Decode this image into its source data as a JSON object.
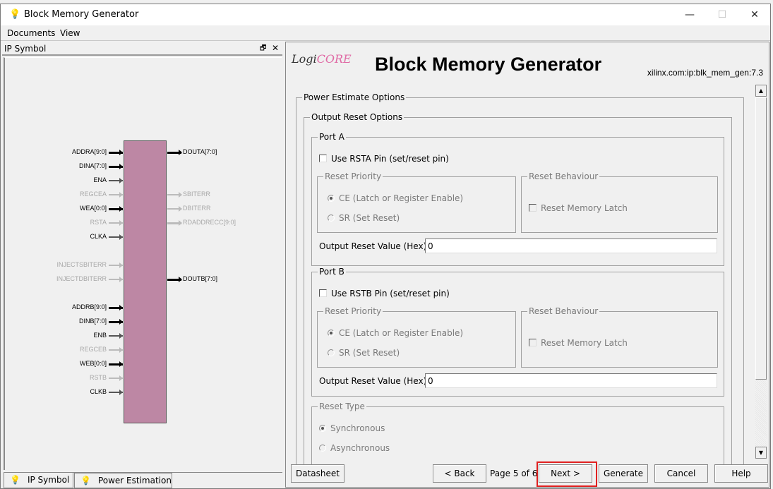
{
  "window": {
    "title": "Block Memory Generator",
    "app_icon": "lightbulb-icon",
    "controls": {
      "minimize": "—",
      "maximize": "☐",
      "close": "✕"
    }
  },
  "menu": [
    "Documents",
    "View"
  ],
  "left_panel": {
    "title": "IP Symbol",
    "float_icon": "🗗",
    "close_icon": "✕",
    "symbol": {
      "color": "#bd87a4",
      "inputs_a": [
        {
          "name": "ADDRA[9:0]",
          "enabled": true,
          "bus": true
        },
        {
          "name": "DINA[7:0]",
          "enabled": true,
          "bus": true
        },
        {
          "name": "ENA",
          "enabled": true,
          "bus": false
        },
        {
          "name": "REGCEA",
          "enabled": false,
          "bus": false
        },
        {
          "name": "WEA[0:0]",
          "enabled": true,
          "bus": true
        },
        {
          "name": "RSTA",
          "enabled": false,
          "bus": false
        },
        {
          "name": "CLKA",
          "enabled": true,
          "bus": false
        }
      ],
      "inputs_err": [
        {
          "name": "INJECTSBITERR",
          "enabled": false,
          "bus": false
        },
        {
          "name": "INJECTDBITERR",
          "enabled": false,
          "bus": false
        }
      ],
      "inputs_b": [
        {
          "name": "ADDRB[9:0]",
          "enabled": true,
          "bus": true
        },
        {
          "name": "DINB[7:0]",
          "enabled": true,
          "bus": true
        },
        {
          "name": "ENB",
          "enabled": true,
          "bus": false
        },
        {
          "name": "REGCEB",
          "enabled": false,
          "bus": false
        },
        {
          "name": "WEB[0:0]",
          "enabled": true,
          "bus": true
        },
        {
          "name": "RSTB",
          "enabled": false,
          "bus": false
        },
        {
          "name": "CLKB",
          "enabled": true,
          "bus": false
        }
      ],
      "outputs": [
        {
          "name": "DOUTA[7:0]",
          "enabled": true,
          "bus": true,
          "row": 0
        },
        {
          "name": "SBITERR",
          "enabled": false,
          "bus": false,
          "row": 3
        },
        {
          "name": "DBITERR",
          "enabled": false,
          "bus": false,
          "row": 4
        },
        {
          "name": "RDADDRECC[9:0]",
          "enabled": false,
          "bus": true,
          "row": 5
        },
        {
          "name": "DOUTB[7:0]",
          "enabled": true,
          "bus": true,
          "row": 9
        }
      ]
    },
    "tabs": [
      {
        "label": "IP Symbol",
        "active": true
      },
      {
        "label": "Power Estimation",
        "active": false
      }
    ]
  },
  "right_panel": {
    "logo_text": "LogiCORE",
    "title": "Block Memory Generator",
    "vlnv": "xilinx.com:ip:blk_mem_gen:7.3",
    "sections": {
      "power_estimate": "Power Estimate Options",
      "output_reset": "Output Reset Options",
      "port_a": {
        "title": "Port A",
        "use_pin": "Use RSTA Pin (set/reset pin)",
        "use_pin_checked": false,
        "reset_priority": "Reset Priority",
        "ce_option": "CE (Latch or Register Enable)",
        "sr_option": "SR (Set Reset)",
        "selected": "CE",
        "reset_behaviour": "Reset Behaviour",
        "reset_memory_latch": "Reset Memory Latch",
        "output_reset_label": "Output Reset Value (Hex)",
        "output_reset_value": "0"
      },
      "port_b": {
        "title": "Port B",
        "use_pin": "Use RSTB Pin (set/reset pin)",
        "use_pin_checked": false,
        "reset_priority": "Reset Priority",
        "ce_option": "CE (Latch or Register Enable)",
        "sr_option": "SR (Set Reset)",
        "selected": "CE",
        "reset_behaviour": "Reset Behaviour",
        "reset_memory_latch": "Reset Memory Latch",
        "output_reset_label": "Output Reset Value (Hex)",
        "output_reset_value": "0"
      },
      "reset_type": {
        "title": "Reset Type",
        "synchronous": "Synchronous",
        "asynchronous": "Asynchronous",
        "selected": "Synchronous"
      }
    },
    "footer": {
      "datasheet": "Datasheet",
      "back": "< Back",
      "page": "Page 5 of 6",
      "next": "Next >",
      "generate": "Generate",
      "cancel": "Cancel",
      "help": "Help",
      "highlight_color": "#e02020"
    }
  }
}
